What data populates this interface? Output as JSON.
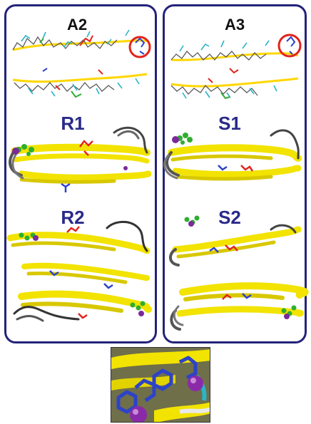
{
  "panels": {
    "left": {
      "title": "A2",
      "sections": [
        "R1",
        "R2"
      ]
    },
    "right": {
      "title": "A3",
      "sections": [
        "S1",
        "S2"
      ]
    }
  },
  "colors": {
    "frame": "#23237a",
    "label": "#2a2a8a",
    "sheet": "#f2e300",
    "coil": "#555555",
    "acidic": "#e0261d",
    "basic": "#2d43c8",
    "hydrophobic": "#2fae2f",
    "ion": "#7a2a9a",
    "highlight": "#e3231b"
  }
}
